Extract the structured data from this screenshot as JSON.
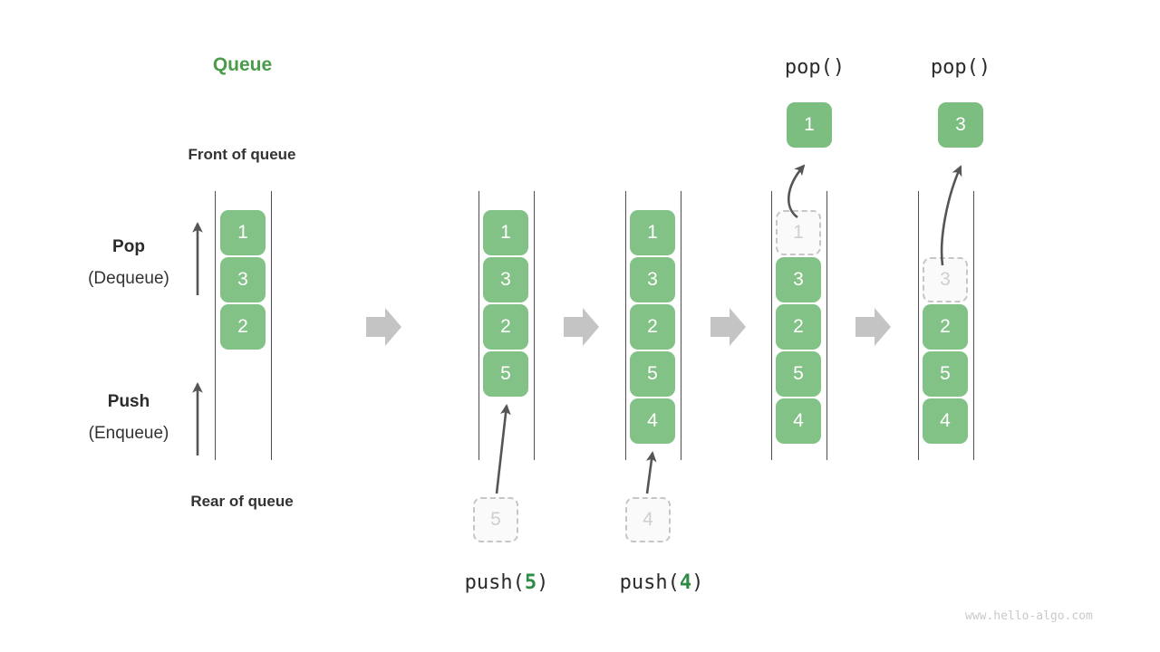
{
  "title": "Queue",
  "labels": {
    "front_of_queue": "Front of queue",
    "rear_of_queue": "Rear of queue",
    "pop": "Pop",
    "dequeue": "(Dequeue)",
    "push": "Push",
    "enqueue": "(Enqueue)"
  },
  "watermark": "www.hello-algo.com",
  "colors": {
    "accent_green": "#4a9c4a",
    "cell_green": "#83c286",
    "ghost_border": "#c6c6c6",
    "ghost_text": "#cfcfcf",
    "arrow_gray": "#c4c4c4",
    "line_gray": "#555555",
    "rail": "#4d4d4d",
    "text_dark": "#2b2b2b",
    "watermark_gray": "#c9c9c9"
  },
  "chart_data": {
    "type": "diagram",
    "title": "Queue",
    "description": "Queue push (enqueue) and pop (dequeue) operation sequence",
    "stages": [
      {
        "id": "initial",
        "caption": "",
        "operation_label": "",
        "cells": [
          "1",
          "3",
          "2"
        ],
        "ghost_cell": null,
        "popped_cell": null
      },
      {
        "id": "push-5",
        "caption": "push(5)",
        "operation_label": "push",
        "operation_arg": "5",
        "cells": [
          "1",
          "3",
          "2",
          "5"
        ],
        "ghost_cell": "5",
        "ghost_position": "below",
        "popped_cell": null
      },
      {
        "id": "push-4",
        "caption": "push(4)",
        "operation_label": "push",
        "operation_arg": "4",
        "cells": [
          "1",
          "3",
          "2",
          "5",
          "4"
        ],
        "ghost_cell": "4",
        "ghost_position": "below",
        "popped_cell": null
      },
      {
        "id": "pop-1",
        "caption": "pop()",
        "operation_label": "pop",
        "operation_arg": "",
        "cells": [
          "3",
          "2",
          "5",
          "4"
        ],
        "ghost_cell": "1",
        "ghost_position": "top",
        "popped_cell": "1"
      },
      {
        "id": "pop-3",
        "caption": "pop()",
        "operation_label": "pop",
        "operation_arg": "",
        "cells": [
          "2",
          "5",
          "4"
        ],
        "ghost_cell": "3",
        "ghost_position": "second",
        "popped_cell": "3"
      }
    ],
    "legend": [
      "Front of queue",
      "Rear of queue",
      "Pop (Dequeue)",
      "Push (Enqueue)"
    ]
  },
  "stage_captions": {
    "push5": {
      "fn": "push(",
      "arg": "5",
      "close": ")"
    },
    "push4": {
      "fn": "push(",
      "arg": "4",
      "close": ")"
    },
    "pop1": "pop()",
    "pop2": "pop()"
  },
  "cells": {
    "col1": [
      "1",
      "3",
      "2"
    ],
    "col2": [
      "1",
      "3",
      "2",
      "5"
    ],
    "col3": [
      "1",
      "3",
      "2",
      "5",
      "4"
    ],
    "col4": [
      "3",
      "2",
      "5",
      "4"
    ],
    "col5": [
      "2",
      "5",
      "4"
    ],
    "ghost_push5": "5",
    "ghost_push4": "4",
    "ghost_pop1": "1",
    "ghost_pop3": "3",
    "popped1": "1",
    "popped3": "3"
  }
}
